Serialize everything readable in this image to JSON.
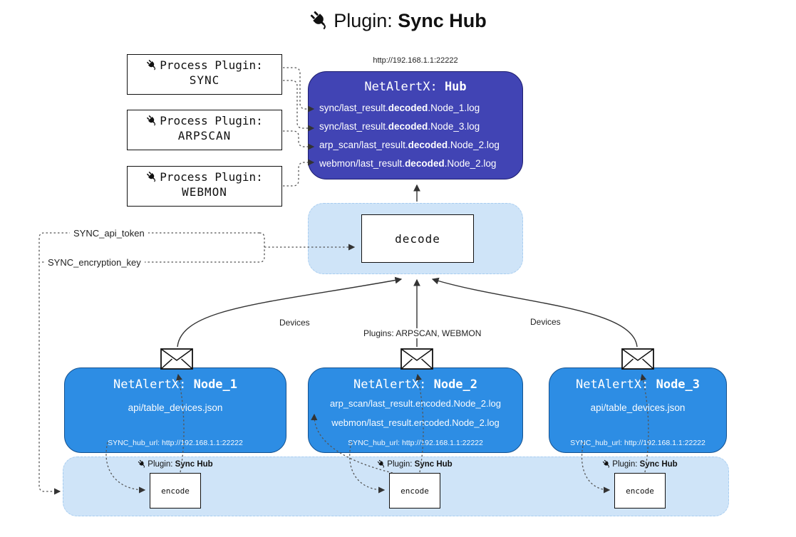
{
  "colors": {
    "hub_bg": "#4144b4",
    "node_bg": "#2d8de4",
    "container_bg": "#cfe4f8",
    "box_border": "#111111"
  },
  "title": {
    "label": "Plugin:",
    "name": "Sync Hub"
  },
  "process_plugins": [
    {
      "label": "Process Plugin:",
      "name": "SYNC"
    },
    {
      "label": "Process Plugin:",
      "name": "ARPSCAN"
    },
    {
      "label": "Process Plugin:",
      "name": "WEBMON"
    }
  ],
  "hub": {
    "url": "http://192.168.1.1:22222",
    "prefix": "NetAlertX:",
    "name": "Hub",
    "logs": [
      {
        "pre": "sync/last_result.",
        "bold": "decoded",
        "post": ".Node_1.log"
      },
      {
        "pre": "sync/last_result.",
        "bold": "decoded",
        "post": ".Node_3.log"
      },
      {
        "pre": "arp_scan/last_result.",
        "bold": "decoded",
        "post": ".Node_2.log"
      },
      {
        "pre": "webmon/last_result.",
        "bold": "decoded",
        "post": ".Node_2.log"
      }
    ]
  },
  "decode": {
    "label": "decode"
  },
  "config": {
    "api_token": "SYNC_api_token",
    "encryption_key": "SYNC_encryption_key"
  },
  "edges": {
    "devices_left": "Devices",
    "plugins_center": "Plugins: ARPSCAN, WEBMON",
    "devices_right": "Devices"
  },
  "nodes": [
    {
      "prefix": "NetAlertX:",
      "name": "Node_1",
      "files": [
        "api/table_devices.json"
      ],
      "hub_url": "SYNC_hub_url: http://192.168.1.1:22222"
    },
    {
      "prefix": "NetAlertX:",
      "name": "Node_2",
      "files": [
        "arp_scan/last_result.encoded.Node_2.log",
        "webmon/last_result.encoded.Node_2.log"
      ],
      "hub_url": "SYNC_hub_url: http://192.168.1.1:22222"
    },
    {
      "prefix": "NetAlertX:",
      "name": "Node_3",
      "files": [
        "api/table_devices.json"
      ],
      "hub_url": "SYNC_hub_url: http://192.168.1.1:22222"
    }
  ],
  "encoder": {
    "label": "Plugin:",
    "name": "Sync Hub",
    "box": "encode"
  }
}
